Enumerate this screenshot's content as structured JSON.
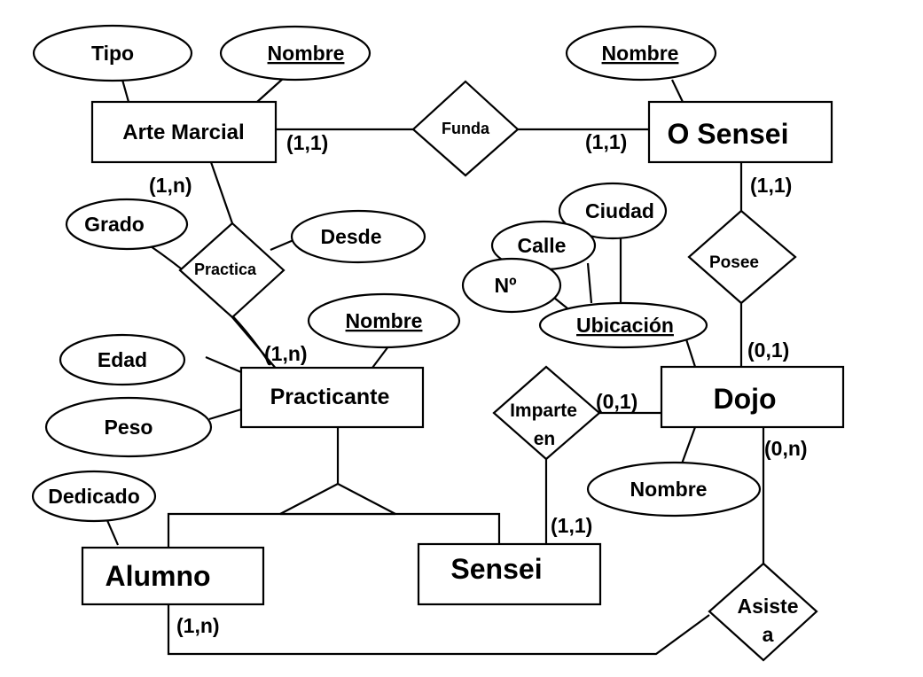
{
  "entities": {
    "arte_marcial": "Arte Marcial",
    "o_sensei": "O Sensei",
    "practicante": "Practicante",
    "dojo": "Dojo",
    "alumno": "Alumno",
    "sensei": "Sensei"
  },
  "relationships": {
    "funda": "Funda",
    "practica": "Practica",
    "posee": "Posee",
    "imparte": [
      "Imparte",
      "en"
    ],
    "asiste": [
      "Asiste",
      "a"
    ]
  },
  "attributes": {
    "tipo": "Tipo",
    "nombre_arte": "Nombre",
    "nombre_osensei": "Nombre",
    "grado": "Grado",
    "desde": "Desde",
    "ciudad": "Ciudad",
    "calle": "Calle",
    "numero": "Nº",
    "ubicacion": "Ubicación",
    "nombre_practicante": "Nombre",
    "edad": "Edad",
    "peso": "Peso",
    "nombre_dojo": "Nombre",
    "dedicado": "Dedicado"
  },
  "cardinalities": {
    "arte_funda": "(1,1)",
    "osensei_funda": "(1,1)",
    "arte_practica": "(1,n)",
    "osensei_posee": "(1,1)",
    "practicante_practica": "(1,n)",
    "dojo_posee": "(0,1)",
    "dojo_imparte": "(0,1)",
    "dojo_asiste": "(0,n)",
    "sensei_imparte": "(1,1)",
    "alumno_asiste": "(1,n)"
  }
}
